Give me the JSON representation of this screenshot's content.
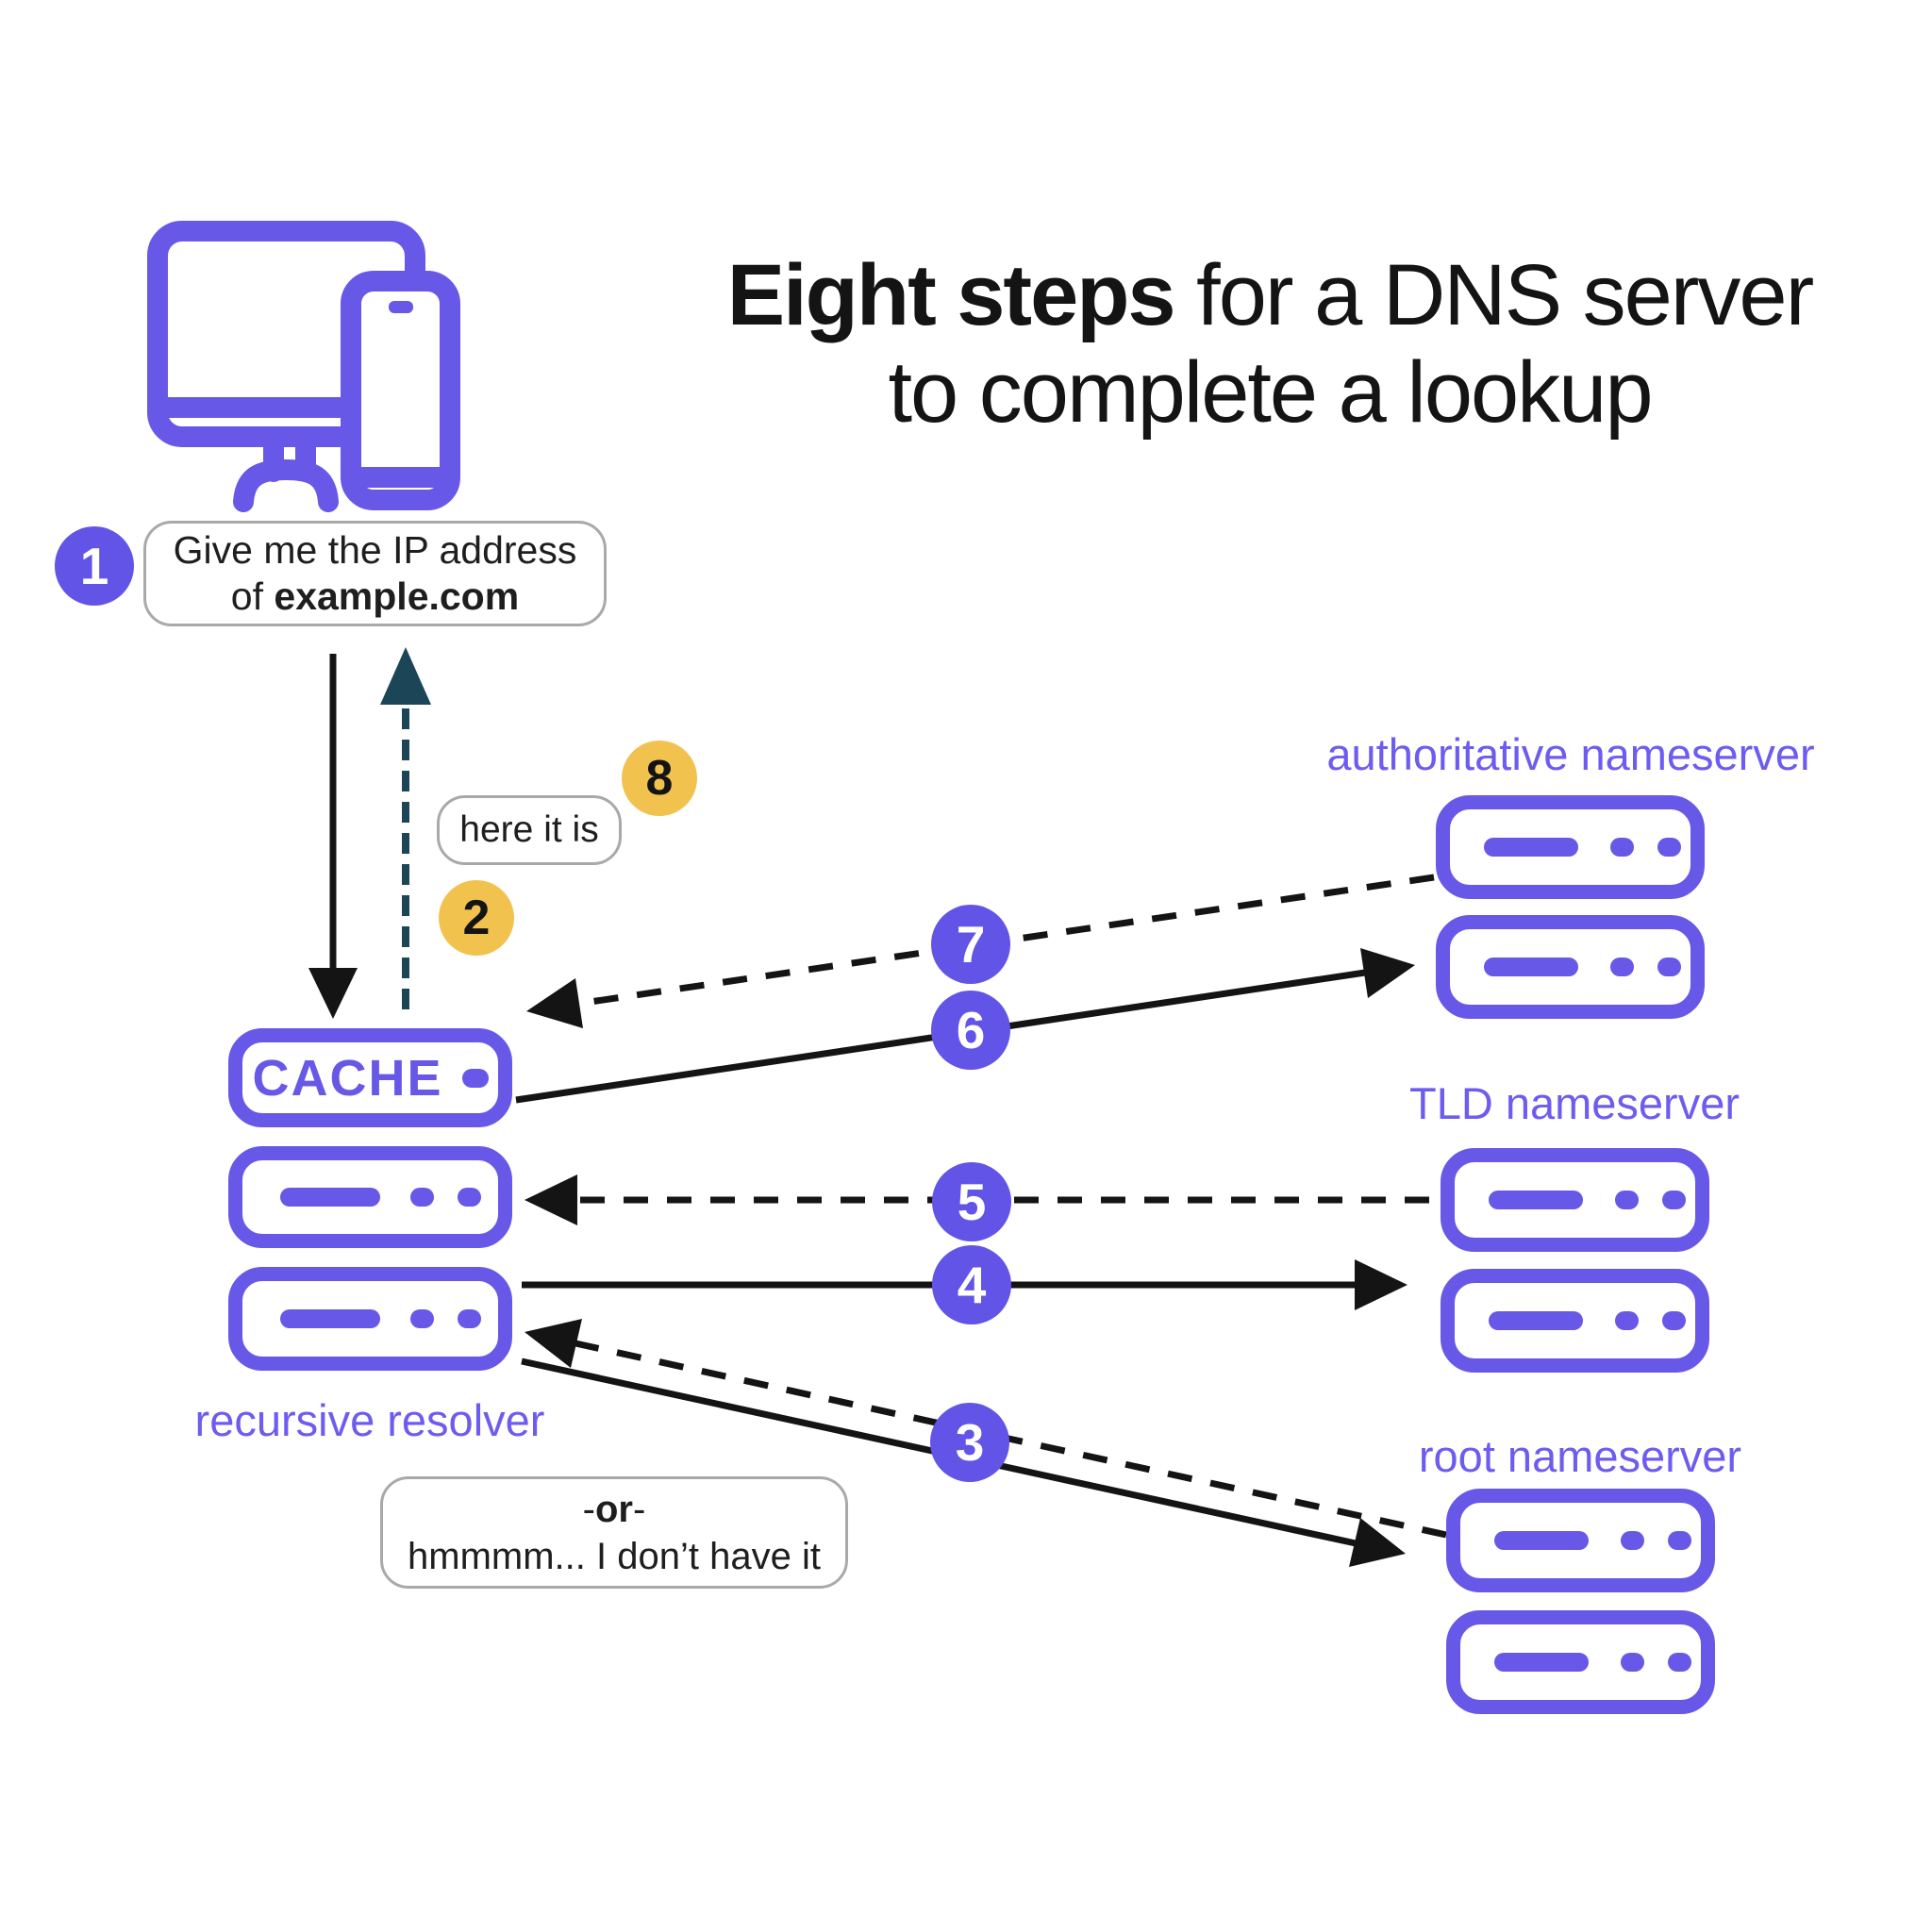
{
  "title": {
    "bold": "Eight steps",
    "rest": " for a DNS server",
    "line2": "to complete a lookup"
  },
  "client": {
    "request": {
      "line1": "Give me the IP address",
      "line2_prefix": "of ",
      "line2_bold": "example.com"
    },
    "response": "here it is",
    "fallback": {
      "dash_left": "-",
      "bold": "or",
      "dash_right": "-",
      "line2": "hmmmm... I don’t have it"
    }
  },
  "resolver": {
    "cache_label": "CACHE",
    "label": "recursive resolver"
  },
  "nameservers": {
    "authoritative": "authoritative nameserver",
    "tld": "TLD nameserver",
    "root": "root nameserver"
  },
  "steps": [
    {
      "number": "1",
      "badge": "purple"
    },
    {
      "number": "2",
      "badge": "yellow"
    },
    {
      "number": "3",
      "badge": "purple"
    },
    {
      "number": "4",
      "badge": "purple"
    },
    {
      "number": "5",
      "badge": "purple"
    },
    {
      "number": "6",
      "badge": "purple"
    },
    {
      "number": "7",
      "badge": "purple"
    },
    {
      "number": "8",
      "badge": "yellow"
    }
  ],
  "colors": {
    "purple": "#6858e8",
    "labelPurple": "#6d5cf0",
    "badgePurple": "#6254e6",
    "yellow": "#f2c24f",
    "teal": "#1c4557",
    "ink": "#141414",
    "bubbleBorder": "#a9a9a9"
  }
}
